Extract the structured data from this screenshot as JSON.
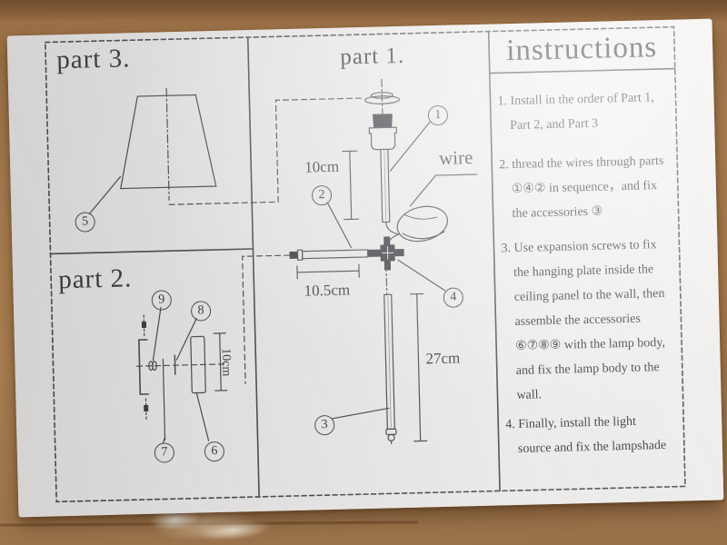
{
  "scene": {
    "cardboard_color": "#a87e52",
    "paper_color": "#eceae7",
    "ink_color": "#3f424a"
  },
  "part3": {
    "title": "part 3.",
    "callout_5": "5"
  },
  "part1": {
    "title": "part 1.",
    "wire_label": "wire",
    "dim_upper_rod": "10cm",
    "dim_horizontal_rod": "10.5cm",
    "dim_lower_rod": "27cm",
    "callout_1": "1",
    "callout_2": "2",
    "callout_3": "3",
    "callout_4": "4"
  },
  "part2": {
    "title": "part 2.",
    "dim_hanging_plate": "10cm",
    "callout_6": "6",
    "callout_7": "7",
    "callout_8": "8",
    "callout_9": "9"
  },
  "instructions": {
    "title": "instructions",
    "steps": [
      {
        "lines": [
          "1. Install in the order of Part 1,",
          "Part 2, and Part 3"
        ]
      },
      {
        "lines": [
          "2. thread the wires through parts",
          "①④② in sequence，and fix",
          "the accessories ③"
        ]
      },
      {
        "lines": [
          "3. Use expansion screws to fix",
          "the hanging plate inside the",
          "ceiling panel to the wall, then",
          "assemble the accessories",
          "⑥⑦⑧⑨ with the lamp body,",
          "and fix the lamp body to the",
          "wall."
        ]
      },
      {
        "lines": [
          "4. Finally, install the light",
          "source and fix the lampshade"
        ]
      }
    ]
  }
}
